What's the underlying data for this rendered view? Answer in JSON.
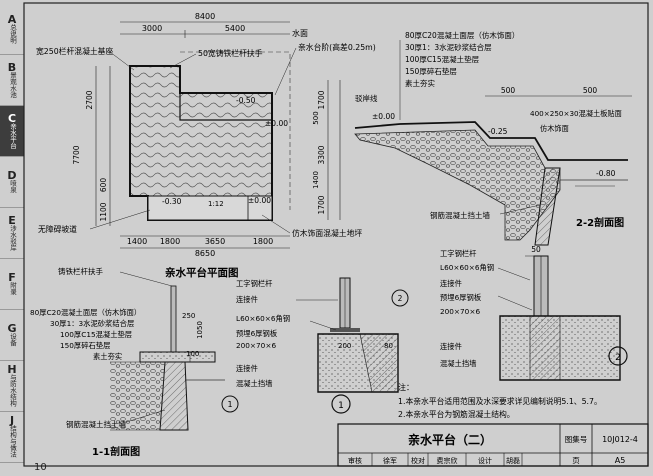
{
  "sidebar": [
    {
      "letter": "A",
      "name": "总说明"
    },
    {
      "letter": "B",
      "name": "景观水池"
    },
    {
      "letter": "C",
      "name": "亲水平台"
    },
    {
      "letter": "D",
      "name": "喷泉"
    },
    {
      "letter": "E",
      "name": "涉水驳岸"
    },
    {
      "letter": "F",
      "name": "附录"
    },
    {
      "letter": "G",
      "name": "设备"
    },
    {
      "letter": "H",
      "name": "与防水结构"
    },
    {
      "letter": "J",
      "name": "结构与做法"
    }
  ],
  "page_number": "10",
  "plan": {
    "title": "亲水平台平面图",
    "dims_top": [
      "8400",
      "3000",
      "5400"
    ],
    "water_label": "水面",
    "left_dims": [
      "2700",
      "7700",
      "600",
      "1100"
    ],
    "right_dims": [
      "1700",
      "3300",
      "1700"
    ],
    "inner_dims": [
      "500",
      "1400"
    ],
    "bottom_dims": [
      "1400",
      "1800",
      "3650",
      "1800",
      "8650"
    ],
    "label_base": "宽250栏杆混凝土基座",
    "label_rail": "50宽铸铁栏杆扶手",
    "label_step": "亲水台阶(高差0.25m)",
    "label_ramp": "无障碍坡道",
    "label_wood": "仿木饰面混凝土地坪",
    "elev": [
      "-0.50",
      "±0.00",
      "±0.00",
      "-0.30"
    ],
    "slope": "1:12"
  },
  "sec22": {
    "title": "2-2剖面图",
    "layers": [
      "80厚C20混凝土面层（仿木饰面）",
      "30厚1：3水泥砂浆结合层",
      "100厚C15混凝土垫层",
      "150厚碎石垫层",
      "素土夯实"
    ],
    "edge": "驳岸线",
    "dims": [
      "500",
      "500"
    ],
    "deck": "400×250×30混凝土板贴面",
    "wood": "仿木饰面",
    "elev": [
      "±0.00",
      "-0.25",
      "-0.80"
    ],
    "wall": "钢筋混凝土挡土墙"
  },
  "sec11": {
    "title": "1-1剖面图",
    "handrail": "铸铁栏杆扶手",
    "layers": [
      "80厚C20混凝土面层（仿木饰面）",
      "30厚1：3水泥砂浆结合层",
      "100厚C15混凝土垫层",
      "150厚碎石垫层",
      "素土夯实"
    ],
    "dims": [
      "250",
      "1050",
      "100"
    ],
    "wall": "钢筋混凝土挡土墙",
    "cut": "1"
  },
  "detail1": {
    "labels": [
      "工字钢栏杆",
      "连接件",
      "L60×60×6角钢",
      "预埋6厚钢板",
      "200×70×6",
      "连接件",
      "混凝土挡墙"
    ],
    "dims": [
      "200",
      "80"
    ],
    "num": "1",
    "ref_top": "2",
    "ref_bot": "-"
  },
  "detail2": {
    "labels": [
      "工字钢栏杆",
      "L60×60×6角钢",
      "连接件",
      "预埋6厚钢板",
      "200×70×6",
      "连接件",
      "混凝土挡墙"
    ],
    "dims": [
      "50"
    ],
    "num": "2"
  },
  "notes": {
    "head": "注：",
    "items": [
      "1.本亲水平台适用范围及水深要求详见编制说明5.1、5.7。",
      "2.本亲水平台为钢筋混凝土结构。"
    ]
  },
  "titleblock": {
    "title": "亲水平台（二）",
    "atlas_label": "图集号",
    "atlas": "10J012-4",
    "row": [
      "审核",
      "徐军",
      "校对",
      "费宗欣",
      "设计",
      "胡磊"
    ],
    "page_label": "页",
    "page": "A5"
  }
}
